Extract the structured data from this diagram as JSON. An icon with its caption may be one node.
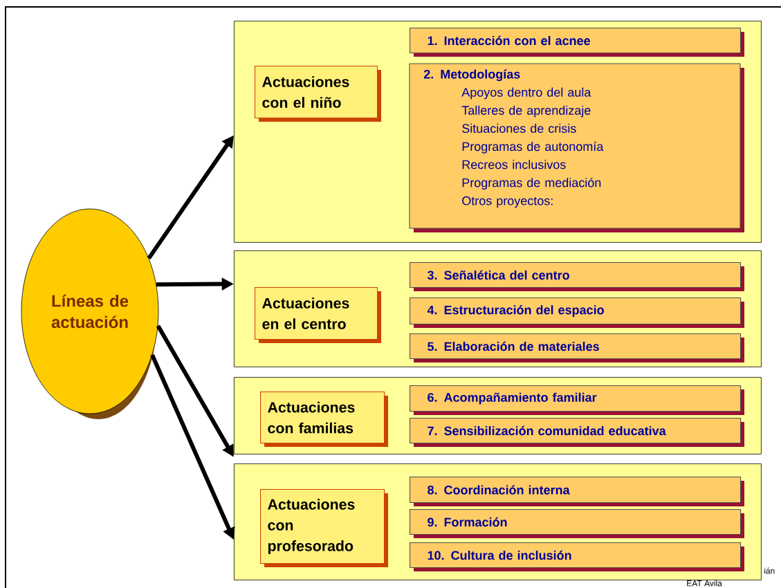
{
  "diagram": {
    "nodes": [
      {
        "text": [
          "Líneas de actuación"
        ]
      },
      {
        "text": [],
        "shape": "box"
      },
      {
        "text": [
          "Actuaciones con el niño"
        ],
        "in": 1
      },
      {
        "text": [
          "1. Interacción con el acnee"
        ],
        "in": 1
      },
      {
        "text": [
          "2. Metodologías",
          "Apoyos dentro del aula",
          "Talleres de aprendizaje",
          "Situaciones de crisis",
          "Programas de autonomía",
          "Recreos inclusivos",
          "Programas de mediación",
          "Otros proyectos:"
        ],
        "in": 1
      },
      {
        "text": [],
        "shape": "box"
      },
      {
        "text": [
          "Actuaciones en el centro"
        ],
        "in": 5
      },
      {
        "text": [
          "3. Señalética del centro"
        ],
        "in": 5
      },
      {
        "text": [
          "4. Estructuración  del espacio"
        ],
        "in": 5
      },
      {
        "text": [
          "5. Elaboración de materiales"
        ],
        "in": 5
      },
      {
        "text": [],
        "shape": "box"
      },
      {
        "text": [
          "Actuaciones con familias"
        ],
        "in": 10
      },
      {
        "text": [
          "6. Acompañamiento familiar"
        ],
        "in": 10
      },
      {
        "text": [
          "7. Sensibilización comunidad educativa"
        ],
        "in": 10
      },
      {
        "text": [],
        "shape": "box"
      },
      {
        "text": [
          "Actuaciones con profesorado"
        ],
        "in": 14
      },
      {
        "text": [
          "8. Coordinación interna"
        ],
        "in": 14
      },
      {
        "text": [
          "9. Formación"
        ],
        "in": 14
      },
      {
        "text": [
          "10. Cultura de inclusión"
        ],
        "in": 14
      }
    ],
    "edges": [
      {
        "from": 0,
        "to": 1,
        "arrow": "to"
      },
      {
        "from": 0,
        "to": 5,
        "arrow": "to"
      },
      {
        "from": 0,
        "to": 10,
        "arrow": "to"
      },
      {
        "from": 0,
        "to": 14,
        "arrow": "to"
      }
    ],
    "labels": [
      "ián",
      "EAT Avila"
    ]
  }
}
